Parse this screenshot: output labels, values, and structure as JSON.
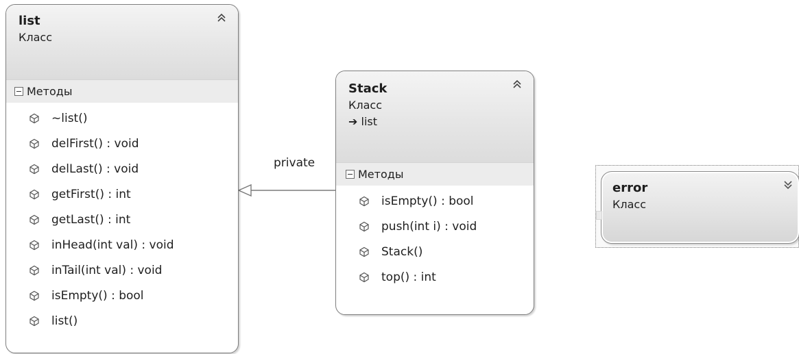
{
  "classes": {
    "list": {
      "name": "list",
      "kind": "Класс",
      "section": "Методы",
      "methods": [
        "~list()",
        "delFirst() : void",
        "delLast() : void",
        "getFirst() : int",
        "getLast() : int",
        "inHead(int val) : void",
        "inTail(int val) : void",
        "isEmpty() : bool",
        "list()"
      ]
    },
    "stack": {
      "name": "Stack",
      "kind": "Класс",
      "base": "➔ list",
      "section": "Методы",
      "methods": [
        "isEmpty() : bool",
        "push(int i) : void",
        "Stack()",
        "top() : int"
      ]
    },
    "error": {
      "name": "error",
      "kind": "Класс"
    }
  },
  "connector": {
    "label": "private",
    "type": "inheritance"
  },
  "icons": {
    "collapse": "double-chevron-up-icon",
    "expand": "double-chevron-down-icon",
    "method": "method-cube-icon",
    "section_toggle": "minus-box-icon"
  },
  "colors": {
    "border": "#7d7d7d",
    "header_top": "#f4f4f4",
    "header_bottom": "#dcdcdc",
    "section_bg": "#ececec",
    "text": "#1e1e1e"
  }
}
